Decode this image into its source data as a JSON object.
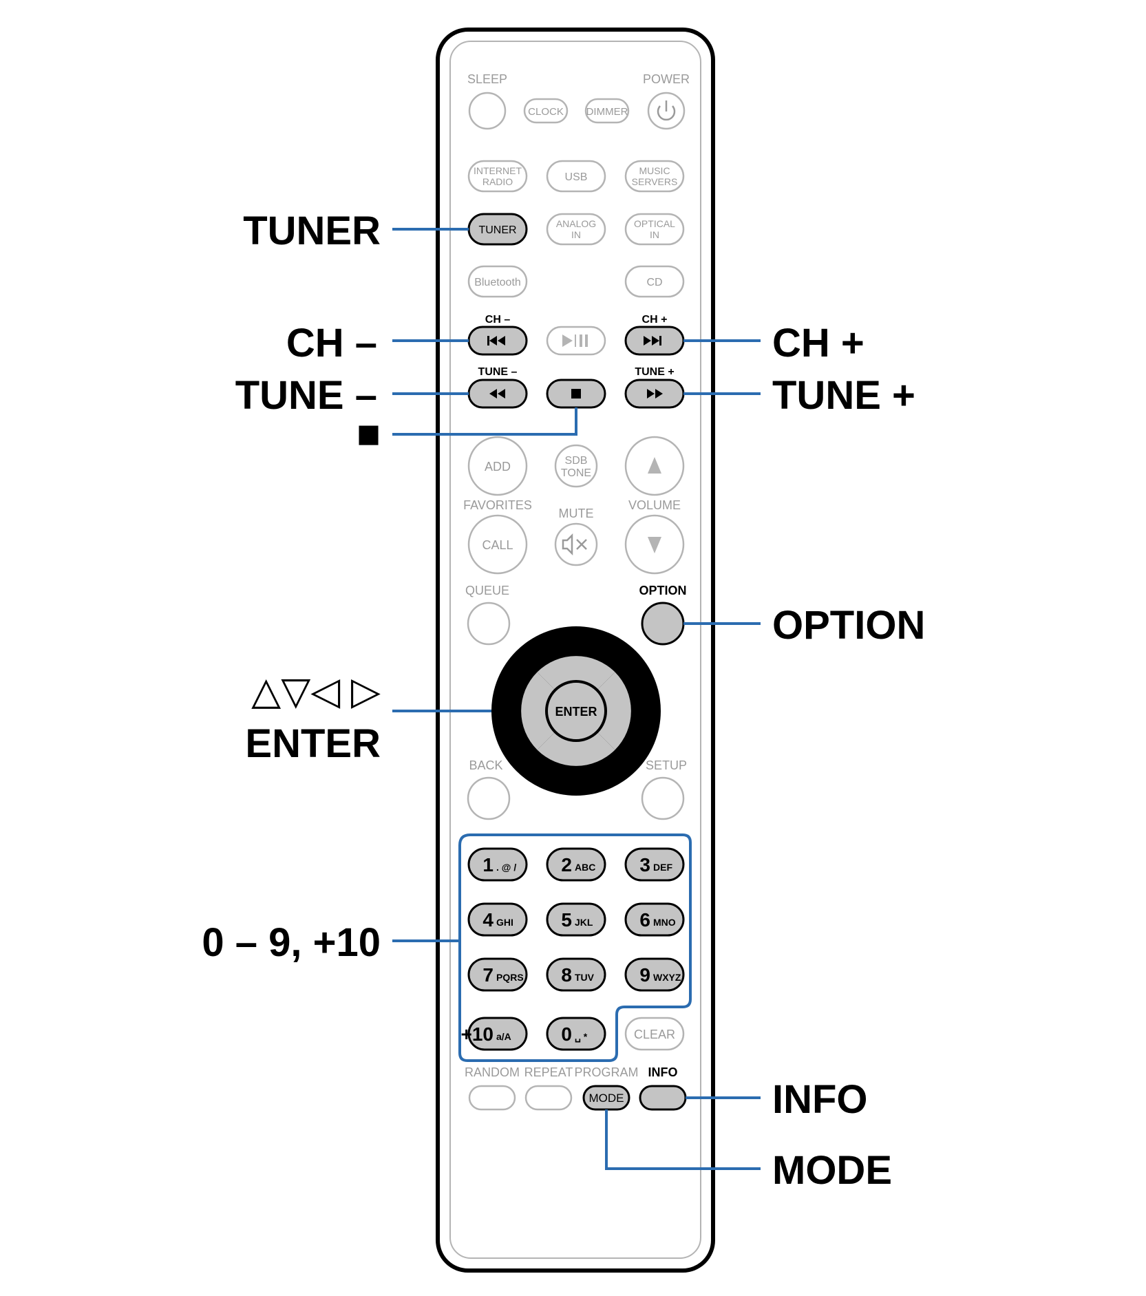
{
  "remote": {
    "colors": {
      "body_outline": "#000000",
      "faded_button": "#b4b4b4",
      "faded_text": "#9a9a9a",
      "highlight_fill": "#c4c4c4",
      "callout_line": "#2b6cb0",
      "dpad_ring": "#000000"
    },
    "top_labels": {
      "sleep": "SLEEP",
      "power": "POWER"
    },
    "buttons": {
      "clock": "CLOCK",
      "dimmer": "DIMMER",
      "internet_radio": [
        "INTERNET",
        "RADIO"
      ],
      "usb": "USB",
      "music_servers": [
        "MUSIC",
        "SERVERS"
      ],
      "tuner": "TUNER",
      "analog_in": [
        "ANALOG",
        "IN"
      ],
      "optical_in": [
        "OPTICAL",
        "IN"
      ],
      "bluetooth": "Bluetooth",
      "cd": "CD",
      "add": "ADD",
      "sdb_tone": [
        "SDB",
        "TONE"
      ],
      "call": "CALL",
      "enter": "ENTER",
      "clear": "CLEAR",
      "mode": "MODE"
    },
    "small_labels": {
      "ch_minus": "CH –",
      "ch_plus": "CH +",
      "tune_minus": "TUNE –",
      "tune_plus": "TUNE +",
      "favorites": "FAVORITES",
      "mute": "MUTE",
      "volume": "VOLUME",
      "queue": "QUEUE",
      "option": "OPTION",
      "back": "BACK",
      "setup": "SETUP",
      "random": "RANDOM",
      "repeat": "REPEAT",
      "program": "PROGRAM",
      "info": "INFO"
    },
    "numeric_keys": [
      {
        "num": "1",
        "sub": ". @ /"
      },
      {
        "num": "2",
        "sub": "ABC"
      },
      {
        "num": "3",
        "sub": "DEF"
      },
      {
        "num": "4",
        "sub": "GHI"
      },
      {
        "num": "5",
        "sub": "JKL"
      },
      {
        "num": "6",
        "sub": "MNO"
      },
      {
        "num": "7",
        "sub": "PQRS"
      },
      {
        "num": "8",
        "sub": "TUV"
      },
      {
        "num": "9",
        "sub": "WXYZ"
      },
      {
        "num": "+10",
        "sub": "a/A"
      },
      {
        "num": "0",
        "sub": "␣ *"
      }
    ]
  },
  "callouts": {
    "tuner": "TUNER",
    "ch_minus": "CH –",
    "ch_plus": "CH +",
    "tune_minus": "TUNE –",
    "tune_plus": "TUNE +",
    "stop": "■",
    "option": "OPTION",
    "arrows": "△▽◁ ▷",
    "enter": "ENTER",
    "numbers": "0 – 9, +10",
    "info": "INFO",
    "mode": "MODE"
  }
}
